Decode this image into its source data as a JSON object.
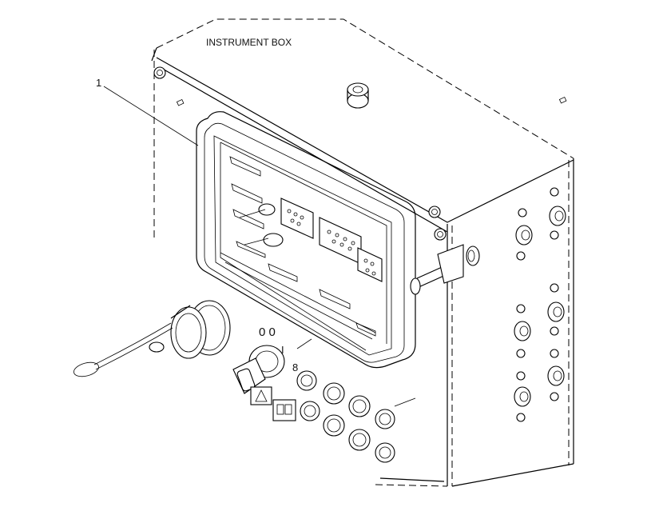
{
  "diagram": {
    "title": "INSTRUMENT BOX",
    "callouts": [
      {
        "number": "1"
      }
    ],
    "panel_marks": {
      "top_symbols": "0 0",
      "side_mark": "I",
      "lower_mark": "8"
    }
  }
}
